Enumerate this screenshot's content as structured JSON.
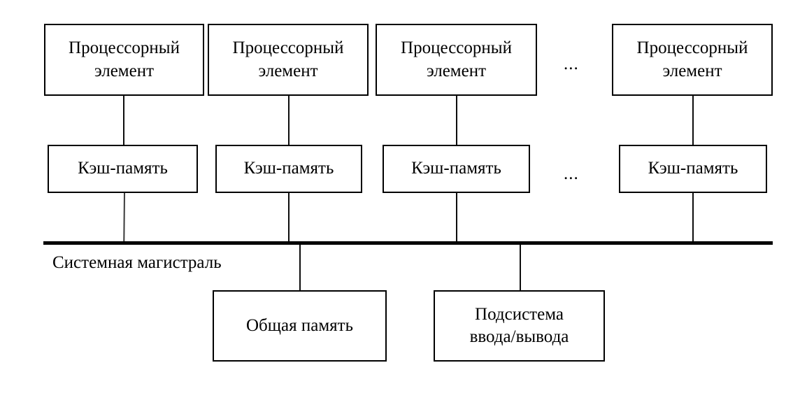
{
  "diagram": {
    "title": "Symmetric multiprocessor (SMP) architecture with shared system bus",
    "language": "ru",
    "colors": {
      "line": "#000000",
      "box_border": "#000000",
      "box_fill": "#ffffff",
      "text": "#000000",
      "background": "#ffffff"
    },
    "processor_elements": [
      {
        "label": "Процессорный\nэлемент"
      },
      {
        "label": "Процессорный\nэлемент"
      },
      {
        "label": "Процессорный\nэлемент"
      },
      {
        "label": "Процессорный\nэлемент"
      }
    ],
    "caches": [
      {
        "label": "Кэш-память"
      },
      {
        "label": "Кэш-память"
      },
      {
        "label": "Кэш-память"
      },
      {
        "label": "Кэш-память"
      }
    ],
    "ellipses": [
      {
        "label": "...",
        "row": "processor-row"
      },
      {
        "label": "...",
        "row": "cache-row"
      }
    ],
    "bus": {
      "label": "Системная магистраль"
    },
    "peripherals": [
      {
        "label": "Общая память"
      },
      {
        "label": "Подсистема\nввода/вывода"
      }
    ]
  }
}
